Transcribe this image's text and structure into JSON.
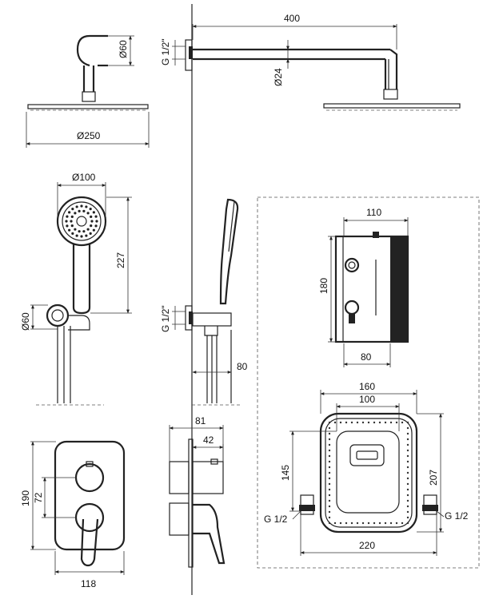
{
  "labels": {
    "d60_top": "Ø60",
    "d250": "Ø250",
    "g12_top": "G 1/2\"",
    "len400": "400",
    "d24": "Ø24",
    "d100": "Ø100",
    "h227": "227",
    "d60_mid": "Ø60",
    "g12_mid": "G 1/2\"",
    "w80_mid": "80",
    "w110": "110",
    "h180": "180",
    "w80_box": "80",
    "w160": "160",
    "w100": "100",
    "h145": "145",
    "h207": "207",
    "g12_left": "G 1/2",
    "g12_right": "G 1/2",
    "w220": "220",
    "h190": "190",
    "h72": "72",
    "w118": "118",
    "w81": "81",
    "w42": "42"
  }
}
